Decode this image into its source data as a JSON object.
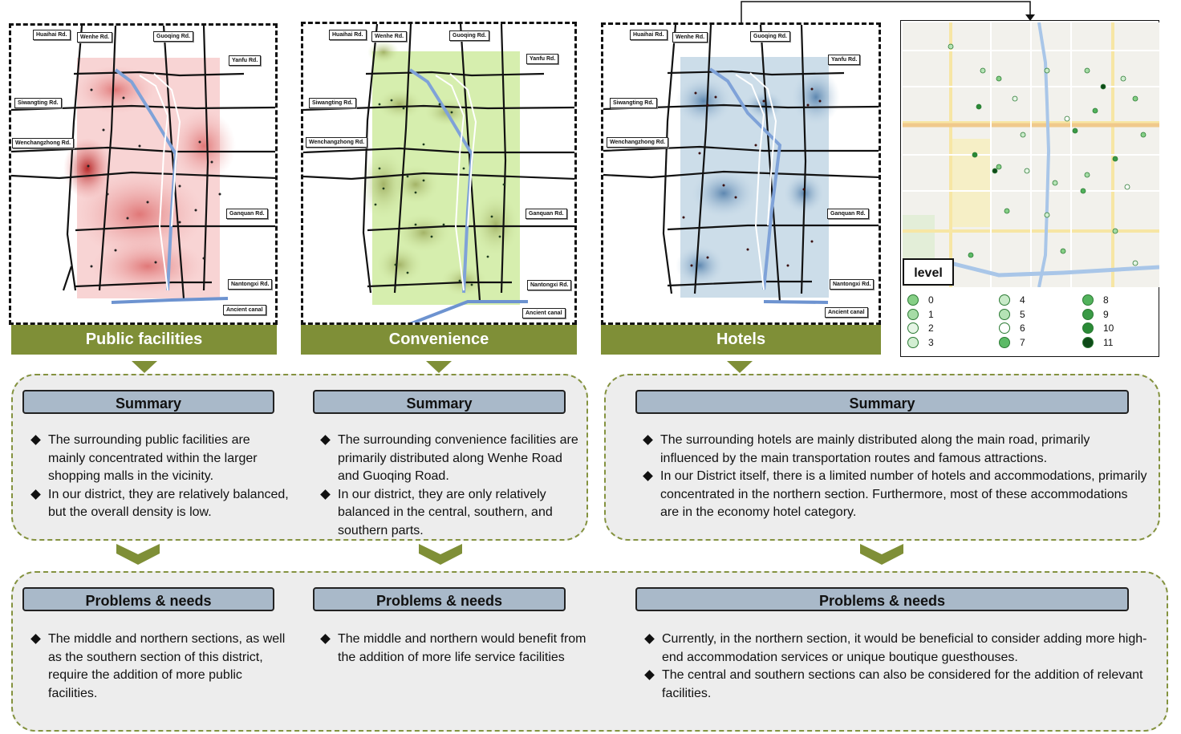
{
  "panels": [
    {
      "title": "Public facilities",
      "theme": "red",
      "summary_title": "Summary",
      "summary": [
        "The surrounding public facilities are mainly concentrated within the larger shopping malls in the vicinity.",
        "In our district, they are relatively balanced, but the overall density is low."
      ],
      "problems_title": "Problems & needs",
      "problems": [
        "The middle and northern sections, as well as the southern section of this district, require the addition of more public facilities."
      ]
    },
    {
      "title": "Convenience",
      "theme": "green",
      "summary_title": "Summary",
      "summary": [
        "The surrounding convenience facilities are primarily distributed along Wenhe Road and Guoqing Road.",
        "In our district, they are only relatively balanced in the central, southern, and southern parts."
      ],
      "problems_title": "Problems & needs",
      "problems": [
        "The middle and northern would benefit from the addition of more life service facilities"
      ]
    },
    {
      "title": "Hotels",
      "theme": "blue",
      "summary_title": "Summary",
      "summary": [
        "The surrounding hotels are mainly distributed along the main road, primarily influenced by the main transportation routes and famous attractions.",
        "In our District itself, there is a limited number of hotels and accommodations, primarily concentrated in the northern section. Furthermore, most of these accommodations are in the economy hotel category."
      ],
      "problems_title": "Problems & needs",
      "problems": [
        "Currently, in the northern section, it would be beneficial to consider adding more high-end accommodation services or unique boutique guesthouses.",
        "The central and southern sections can also be considered for the addition of relevant facilities."
      ]
    }
  ],
  "roads": {
    "huaihai": "Huaihai Rd.",
    "wenhe": "Wenhe Rd.",
    "guoqing": "Guoqing Rd.",
    "yanfu": "Yanfu Rd.",
    "siwangting": "Siwangting Rd.",
    "wenchangzhong": "Wenchangzhong Rd.",
    "ganquan": "Ganquan Rd.",
    "nantongxi": "Nantongxi Rd.",
    "canal": "Ancient canal"
  },
  "legend": {
    "title": "level",
    "levels": [
      {
        "label": "0",
        "color": "#86cf86"
      },
      {
        "label": "1",
        "color": "#a6dca6"
      },
      {
        "label": "2",
        "color": "#e6f5e6"
      },
      {
        "label": "3",
        "color": "#d2eed2"
      },
      {
        "label": "4",
        "color": "#c8eac8"
      },
      {
        "label": "5",
        "color": "#b5e3b5"
      },
      {
        "label": "6",
        "color": "#ffffff"
      },
      {
        "label": "7",
        "color": "#5cba66"
      },
      {
        "label": "8",
        "color": "#52b25c"
      },
      {
        "label": "9",
        "color": "#3a9a46"
      },
      {
        "label": "10",
        "color": "#2a8a36"
      },
      {
        "label": "11",
        "color": "#0e4a18"
      }
    ]
  },
  "colors": {
    "banner": "#7f8f37",
    "header_fill": "#a9b9c9",
    "box_fill": "#ededed",
    "box_border": "#84923f"
  }
}
